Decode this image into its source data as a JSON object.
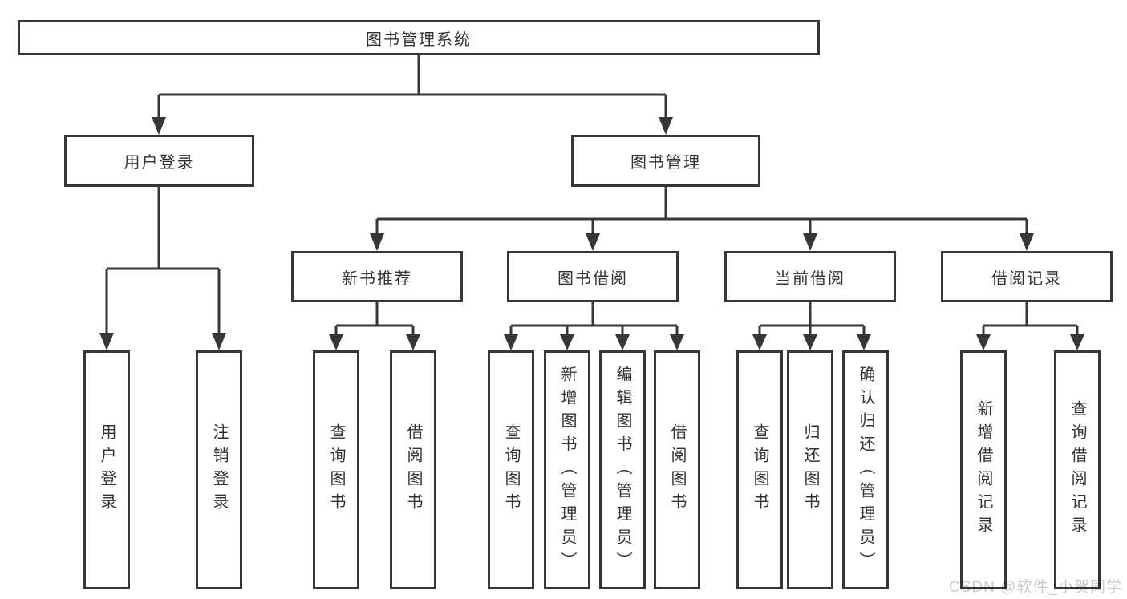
{
  "watermark": "CSDN @软件_小贺同学",
  "colors": {
    "line": "#373737",
    "text": "#333333",
    "background": "#ffffff",
    "watermark": "#c9c9c9"
  },
  "tree": {
    "root": "图书管理系统",
    "branches": [
      {
        "label": "用户登录",
        "children": [
          "用户登录",
          "注销登录"
        ]
      },
      {
        "label": "图书管理",
        "groups": [
          {
            "label": "新书推荐",
            "children": [
              "查询图书",
              "借阅图书"
            ]
          },
          {
            "label": "图书借阅",
            "children": [
              "查询图书",
              "新增图书（管理员）",
              "编辑图书（管理员）",
              "借阅图书"
            ]
          },
          {
            "label": "当前借阅",
            "children": [
              "查询图书",
              "归还图书",
              "确认归还（管理员）"
            ]
          },
          {
            "label": "借阅记录",
            "children": [
              "新增借阅记录",
              "查询借阅记录"
            ]
          }
        ]
      }
    ]
  }
}
